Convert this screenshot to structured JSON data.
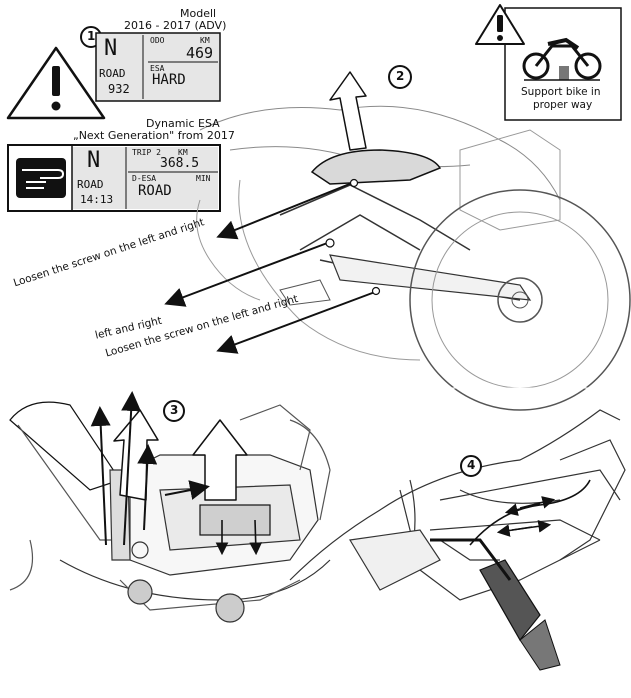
{
  "colors": {
    "ink": "#111111",
    "lcd_bg": "#e6e6e6",
    "paper": "#ffffff",
    "line": "#8a8a8a"
  },
  "display_2016": {
    "caption_line1": "Modell",
    "caption_line2": "2016 - 2017 (ADV)",
    "step_number": "1",
    "gear": "N",
    "odo_label": "ODO",
    "km_label": "KM",
    "odo_value": "469",
    "mode": "ROAD",
    "esa_label": "ESA",
    "esa_value": "HARD",
    "bottom_value": "932"
  },
  "display_2017": {
    "caption_line1": "Dynamic ESA",
    "caption_line2": "„Next Generation\" from 2017",
    "gear": "N",
    "trip_label": "TRIP 2",
    "km_label": "KM",
    "trip_value": "368.5",
    "mode": "ROAD",
    "desa_label": "D-ESA",
    "min_label": "MIN",
    "desa_value": "ROAD",
    "time_value": "14:13"
  },
  "warning_support": {
    "text_line1": "Support bike in",
    "text_line2": "proper way"
  },
  "steps": {
    "step2": "2",
    "step3": "3",
    "step4": "4"
  },
  "annotations": {
    "loosen_1": "Loosen the screw on the left and right",
    "left_right": "left and right",
    "loosen_2": "Loosen the screw on the left and right"
  }
}
